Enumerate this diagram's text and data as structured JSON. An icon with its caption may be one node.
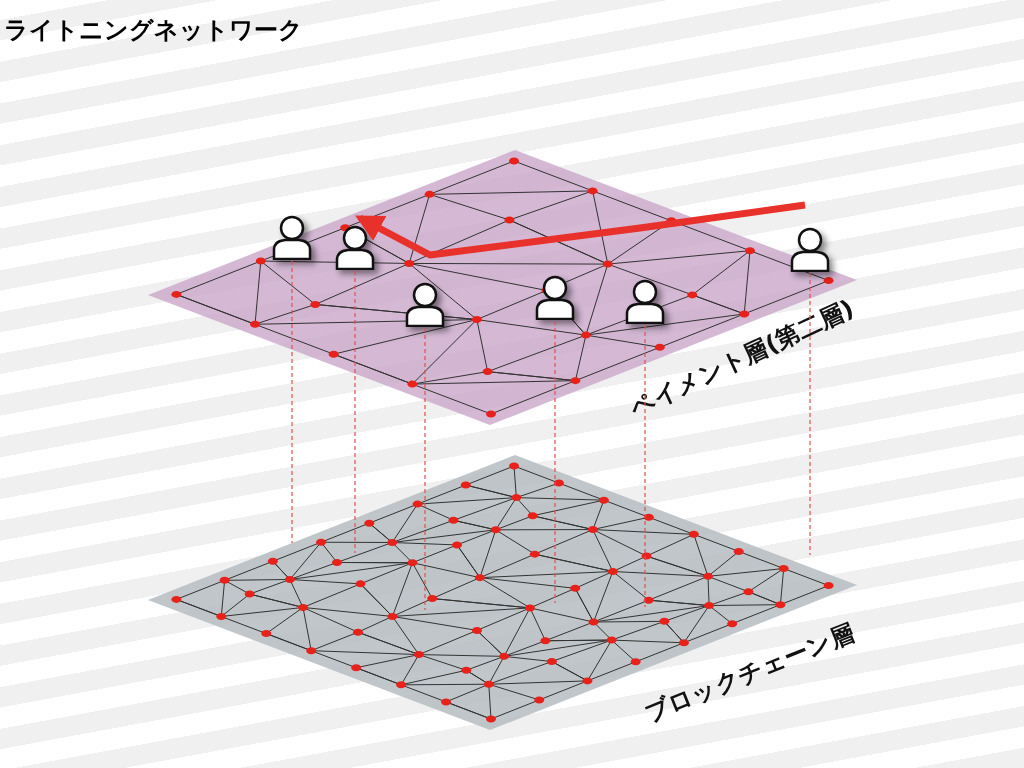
{
  "diagram": {
    "title": "ライトニングネットワーク",
    "nodes": [
      {
        "text": [
          "ペイメント層(第二層)"
        ]
      },
      {
        "text": [
          "ブロックチェーン層"
        ]
      },
      {
        "text": [],
        "shape": "person",
        "in": 0
      },
      {
        "text": [],
        "shape": "person",
        "in": 0
      },
      {
        "text": [],
        "shape": "person",
        "in": 0
      },
      {
        "text": [],
        "shape": "person",
        "in": 0
      },
      {
        "text": [],
        "shape": "person",
        "in": 0
      },
      {
        "text": [],
        "shape": "person",
        "in": 0
      }
    ],
    "edges": [
      {
        "from": 2,
        "to": 1,
        "arrow": "none",
        "style": "dashed",
        "color": "#e05050"
      },
      {
        "from": 3,
        "to": 1,
        "arrow": "none",
        "style": "dashed",
        "color": "#e05050"
      },
      {
        "from": 4,
        "to": 1,
        "arrow": "none",
        "style": "dashed",
        "color": "#e05050"
      },
      {
        "from": 5,
        "to": 1,
        "arrow": "none",
        "style": "dashed",
        "color": "#e05050"
      },
      {
        "from": 6,
        "to": 1,
        "arrow": "none",
        "style": "dashed",
        "color": "#e05050"
      },
      {
        "from": 7,
        "to": 1,
        "arrow": "none",
        "style": "dashed",
        "color": "#e05050"
      },
      {
        "from": 7,
        "to": 3,
        "arrow": "to",
        "style": "thick",
        "color": "#e8312a"
      }
    ]
  }
}
